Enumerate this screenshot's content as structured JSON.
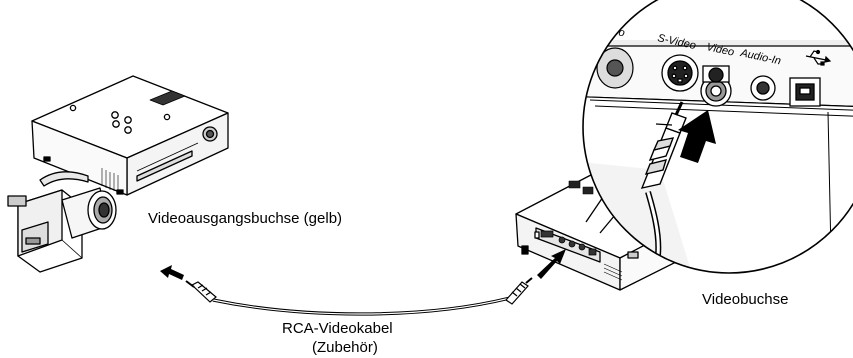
{
  "labels": {
    "video_output_jack": "Videoausgangsbuchse (gelb)",
    "cable_line1": "RCA-Videokabel",
    "cable_line2": "(Zubehör)",
    "video_input_jack": "Videobuchse"
  },
  "zoom_port_labels": {
    "partial_left": "eo",
    "svideo": "S-Video",
    "video": "Video",
    "audio_in": "Audio-In",
    "usb_symbol": "⭠⭢"
  },
  "icons": [
    "vcr-device",
    "camcorder-device",
    "projector-device",
    "rca-plug",
    "arrow-left",
    "arrow-up",
    "usb-icon"
  ]
}
